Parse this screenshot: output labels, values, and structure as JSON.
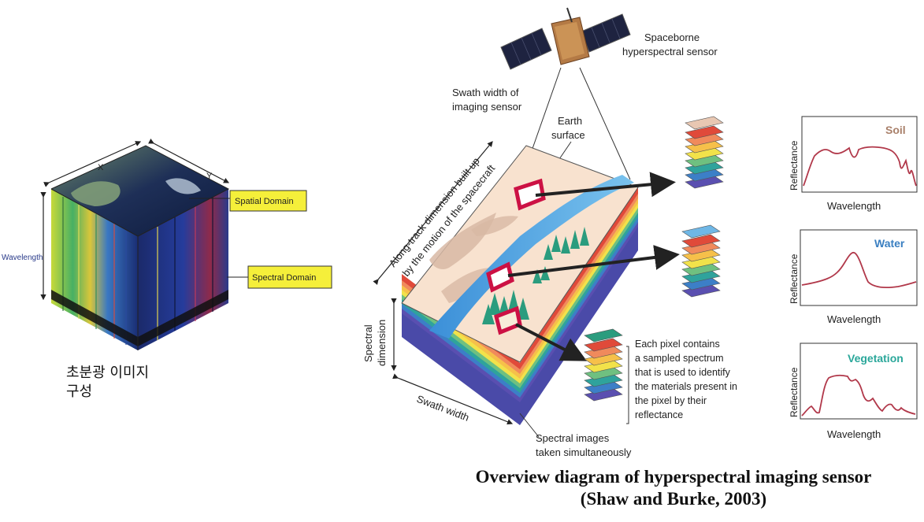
{
  "cube": {
    "axis_x": "X",
    "axis_y": "Y",
    "axis_wavelength": "Wavelength",
    "spatial_domain": "Spatial Domain",
    "spectral_domain": "Spectral Domain",
    "caption_line1": "초분광 이미지",
    "caption_line2": "구성"
  },
  "overview": {
    "sensor_label": [
      "Spaceborne",
      "hyperspectral sensor"
    ],
    "swath_width_of_imaging_sensor": [
      "Swath width of",
      "imaging sensor"
    ],
    "earth_surface": [
      "Earth",
      "surface"
    ],
    "along_track": [
      "Along-track dimension built up",
      "by the motion of the spacecraft"
    ],
    "spectral_dimension": [
      "Spectral",
      "dimension"
    ],
    "swath_width": "Swath width",
    "pixel_note": [
      "Each pixel contains",
      "a sampled spectrum",
      "that is used to identify",
      "the materials present in",
      "the pixel by their",
      "reflectance"
    ],
    "spectral_images": [
      "Spectral images",
      "taken simultaneously"
    ]
  },
  "spectra": [
    {
      "name": "Soil",
      "name_color": "#a9806a",
      "ylabel": "Reflectance",
      "xlabel": "Wavelength"
    },
    {
      "name": "Water",
      "name_color": "#3a7fc1",
      "ylabel": "Reflectance",
      "xlabel": "Wavelength"
    },
    {
      "name": "Vegetation",
      "name_color": "#2aa79a",
      "ylabel": "Reflectance",
      "xlabel": "Wavelength"
    }
  ],
  "caption": {
    "line1": "Overview diagram of hyperspectral imaging sensor",
    "line2": "(Shaw and Burke, 2003)"
  },
  "colors": {
    "curve": "#b1384a",
    "layer_stack": [
      "#e04a3a",
      "#f08a5c",
      "#f6c04a",
      "#f2e24a",
      "#6fc080",
      "#2fa39c",
      "#3c7fc7",
      "#5a4fb0"
    ]
  }
}
